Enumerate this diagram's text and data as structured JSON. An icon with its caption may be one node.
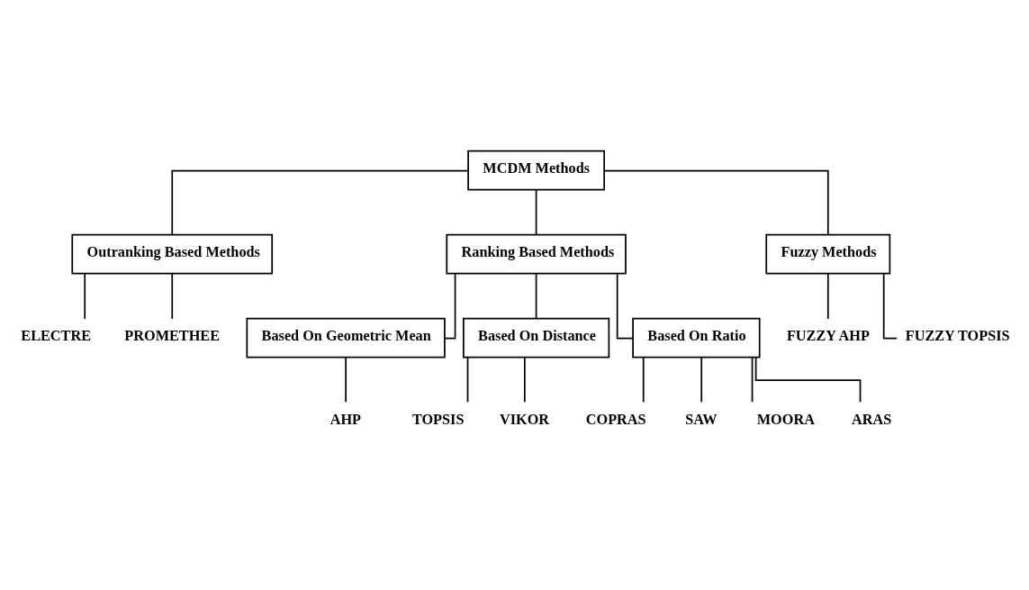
{
  "diagram": {
    "nodes": [
      {
        "text": [
          "MCDM Methods"
        ]
      },
      {
        "text": [
          "Outranking Based Methods"
        ]
      },
      {
        "text": [
          "Ranking Based Methods"
        ]
      },
      {
        "text": [
          "Fuzzy Methods"
        ]
      },
      {
        "text": [
          "Based On Geometric Mean"
        ]
      },
      {
        "text": [
          "Based On Distance"
        ]
      },
      {
        "text": [
          "Based On Ratio"
        ]
      },
      {
        "text": [
          "ELECTRE"
        ]
      },
      {
        "text": [
          "PROMETHEE"
        ]
      },
      {
        "text": [
          "AHP"
        ]
      },
      {
        "text": [
          "TOPSIS"
        ]
      },
      {
        "text": [
          "VIKOR"
        ]
      },
      {
        "text": [
          "COPRAS"
        ]
      },
      {
        "text": [
          "SAW"
        ]
      },
      {
        "text": [
          "MOORA"
        ]
      },
      {
        "text": [
          "ARAS"
        ]
      },
      {
        "text": [
          "FUZZY AHP"
        ]
      },
      {
        "text": [
          "FUZZY TOPSIS"
        ]
      }
    ],
    "edges": [
      {
        "from": 0,
        "to": 1,
        "arrow": "none"
      },
      {
        "from": 0,
        "to": 2,
        "arrow": "none"
      },
      {
        "from": 0,
        "to": 3,
        "arrow": "none"
      },
      {
        "from": 2,
        "to": 4,
        "arrow": "none"
      },
      {
        "from": 2,
        "to": 5,
        "arrow": "none"
      },
      {
        "from": 2,
        "to": 6,
        "arrow": "none"
      },
      {
        "from": 1,
        "to": 7,
        "arrow": "none"
      },
      {
        "from": 1,
        "to": 8,
        "arrow": "none"
      },
      {
        "from": 4,
        "to": 9,
        "arrow": "none"
      },
      {
        "from": 5,
        "to": 10,
        "arrow": "none"
      },
      {
        "from": 5,
        "to": 11,
        "arrow": "none"
      },
      {
        "from": 6,
        "to": 12,
        "arrow": "none"
      },
      {
        "from": 6,
        "to": 13,
        "arrow": "none"
      },
      {
        "from": 6,
        "to": 14,
        "arrow": "none"
      },
      {
        "from": 6,
        "to": 15,
        "arrow": "none"
      },
      {
        "from": 3,
        "to": 16,
        "arrow": "none"
      },
      {
        "from": 3,
        "to": 17,
        "arrow": "none"
      }
    ]
  }
}
